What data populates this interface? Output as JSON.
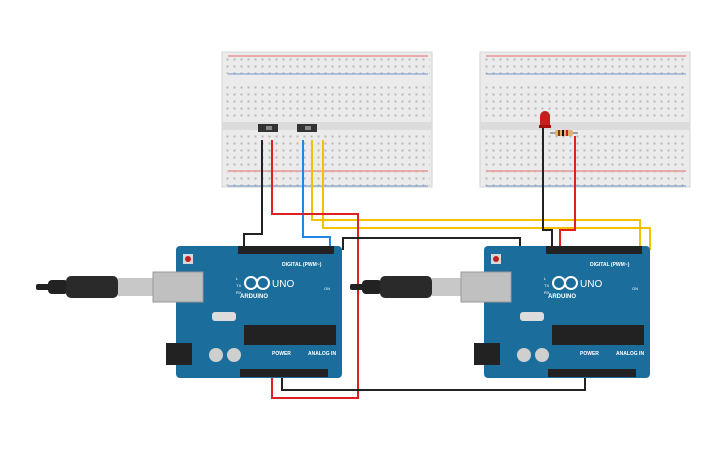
{
  "boards": [
    {
      "brand": "ARDUINO",
      "model": "UNO",
      "digital_header": "DIGITAL (PWM~)",
      "power_header": "POWER",
      "analog_header": "ANALOG IN",
      "led_labels": [
        "L",
        "TX",
        "RX"
      ],
      "on_label": "ON"
    },
    {
      "brand": "ARDUINO",
      "model": "UNO",
      "digital_header": "DIGITAL (PWM~)",
      "power_header": "POWER",
      "analog_header": "ANALOG IN",
      "led_labels": [
        "L",
        "TX",
        "RX"
      ],
      "on_label": "ON"
    }
  ],
  "breadboards": [
    {
      "rails": [
        "+",
        "-"
      ],
      "components": [
        "slide-switch",
        "slide-switch"
      ]
    },
    {
      "rails": [
        "+",
        "-"
      ],
      "components": [
        "red-led",
        "resistor"
      ]
    }
  ],
  "wire_colors": {
    "black": "#222222",
    "red": "#e02020",
    "yellow": "#f2c200",
    "blue": "#1e88e5"
  },
  "colors": {
    "board": "#1b6d9b",
    "board_dark": "#11527a",
    "breadboard": "#eeeeee",
    "rail_red": "#e04040",
    "usb_cable": "#222222"
  }
}
